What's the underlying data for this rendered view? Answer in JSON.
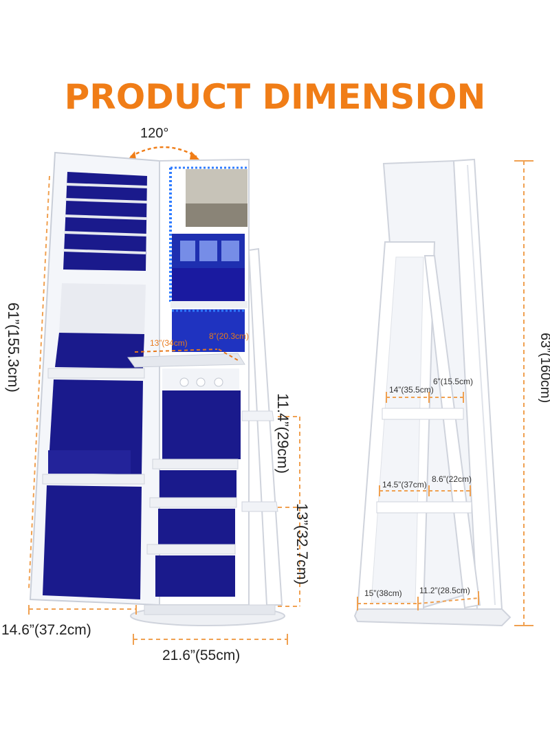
{
  "title": "PRODUCT DIMENSION",
  "rotation": "120°",
  "left_view": {
    "height": "61”(155.3cm)",
    "depth": "14.6”(37.2cm)",
    "width": "21.6”(55cm)",
    "shelf_width": "13”(34cm)",
    "shelf_depth": "8”(20.3cm)",
    "upper_gap": "11.4”(29cm)",
    "lower_gap": "13”(32.7cm)"
  },
  "right_view": {
    "height": "63”(160cm)",
    "upper_front": "14”(35.5cm)",
    "upper_side": "6”(15.5cm)",
    "mid_front": "14.5”(37cm)",
    "mid_side": "8.6”(22cm)",
    "base_front": "15”(38cm)",
    "base_side": "11.2”(28.5cm)"
  },
  "colors": {
    "accent": "#f07d17",
    "dimension_line": "#f0a050",
    "lining": "#1a1a8c",
    "body": "#ffffff",
    "led": "#2f7cff"
  }
}
